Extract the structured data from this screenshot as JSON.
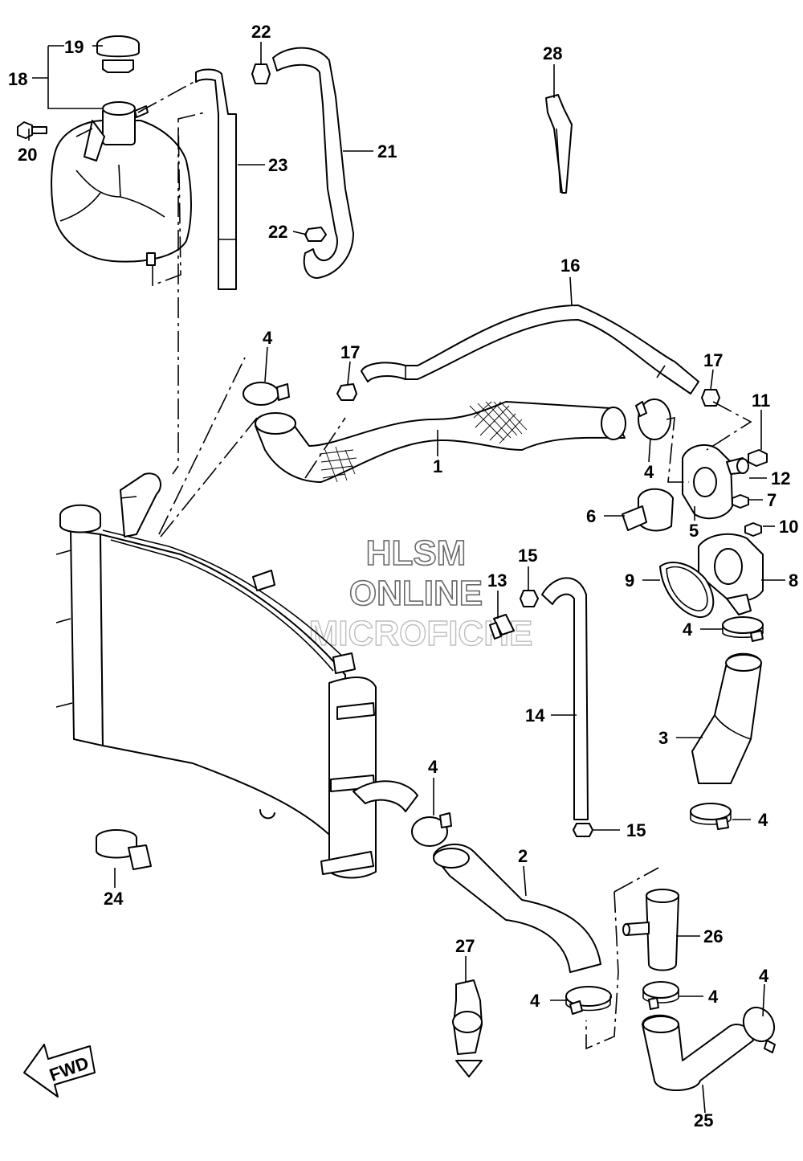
{
  "watermark": {
    "line1": "HLSM",
    "line2": "ONLINE",
    "line3": "MICROFICHE"
  },
  "fwd_label": "FWD",
  "callouts": {
    "c1": "1",
    "c2": "2",
    "c3": "3",
    "c4a": "4",
    "c4b": "4",
    "c4c": "4",
    "c4d": "4",
    "c4e": "4",
    "c4f": "4",
    "c4g": "4",
    "c4h": "4",
    "c5": "5",
    "c6": "6",
    "c7": "7",
    "c8": "8",
    "c9": "9",
    "c10": "10",
    "c11": "11",
    "c12": "12",
    "c13": "13",
    "c14": "14",
    "c15a": "15",
    "c15b": "15",
    "c16": "16",
    "c17a": "17",
    "c17b": "17",
    "c18": "18",
    "c19": "19",
    "c20": "20",
    "c21": "21",
    "c22a": "22",
    "c22b": "22",
    "c23": "23",
    "c24": "24",
    "c25": "25",
    "c26": "26",
    "c27": "27",
    "c28": "28"
  }
}
